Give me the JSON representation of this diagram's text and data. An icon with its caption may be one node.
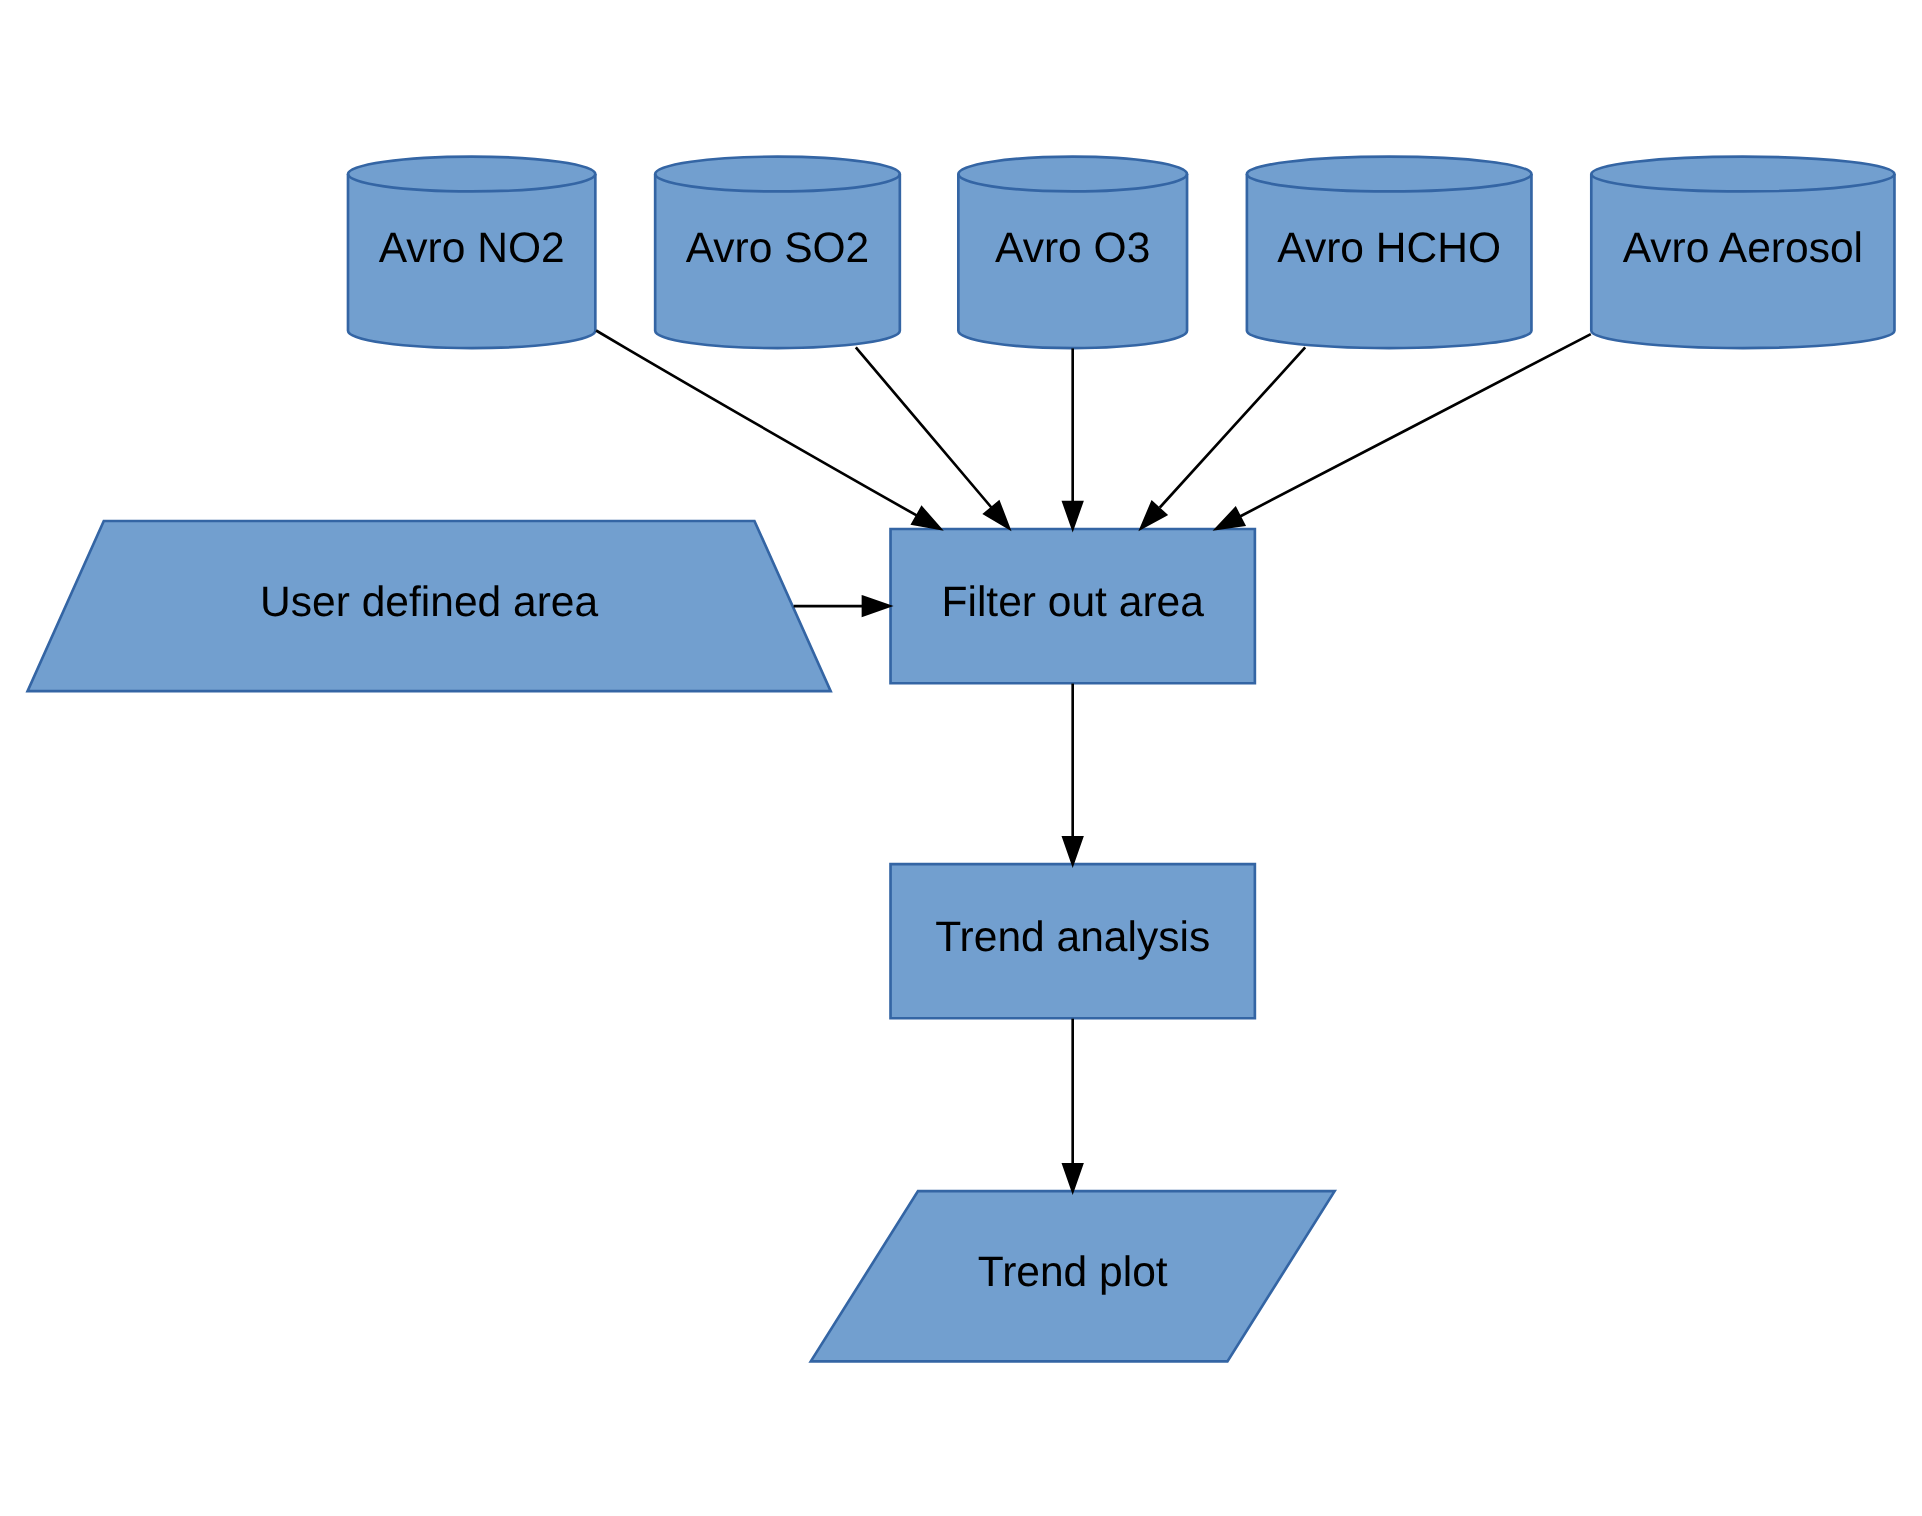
{
  "diagram": {
    "nodes": [
      {
        "text": [
          "Avro NO2"
        ]
      },
      {
        "text": [
          "Avro SO2"
        ]
      },
      {
        "text": [
          "Avro O3"
        ]
      },
      {
        "text": [
          "Avro HCHO"
        ]
      },
      {
        "text": [
          "Avro Aerosol"
        ]
      },
      {
        "text": [
          "User defined area"
        ]
      },
      {
        "text": [
          "Filter out area"
        ]
      },
      {
        "text": [
          "Trend analysis"
        ]
      },
      {
        "text": [
          "Trend plot"
        ]
      }
    ],
    "edges": [
      {
        "from": 0,
        "to": 6,
        "arrow": "to"
      },
      {
        "from": 1,
        "to": 6,
        "arrow": "to"
      },
      {
        "from": 2,
        "to": 6,
        "arrow": "to"
      },
      {
        "from": 3,
        "to": 6,
        "arrow": "to"
      },
      {
        "from": 4,
        "to": 6,
        "arrow": "to"
      },
      {
        "from": 5,
        "to": 6,
        "arrow": "to"
      },
      {
        "from": 6,
        "to": 7,
        "arrow": "to"
      },
      {
        "from": 7,
        "to": 8,
        "arrow": "to"
      }
    ]
  }
}
